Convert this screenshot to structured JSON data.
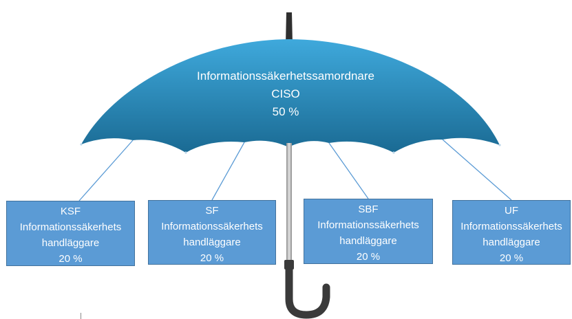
{
  "umbrella": {
    "title": "Informationssäkerhetssamordnare",
    "role": "CISO",
    "share": "50 %",
    "colors": {
      "canopy_light": "#3aa3d6",
      "canopy_dark": "#1b6f99",
      "handle": "#3a3a3a",
      "shaft": "#b8b8b8"
    }
  },
  "units": [
    {
      "name": "KSF",
      "role_line1": "Informationssäkerhets",
      "role_line2": "handläggare",
      "share": "20 %"
    },
    {
      "name": "SF",
      "role_line1": "Informationssäkerhets",
      "role_line2": "handläggare",
      "share": "20 %"
    },
    {
      "name": "SBF",
      "role_line1": "Informationssäkerhets",
      "role_line2": "handläggare",
      "share": "20 %"
    },
    {
      "name": "UF",
      "role_line1": "Informationssäkerhets",
      "role_line2": "handläggare",
      "share": "20 %"
    }
  ],
  "colors": {
    "box_fill": "#5b9bd5",
    "box_border": "#41719c",
    "connector": "#5b9bd5"
  }
}
